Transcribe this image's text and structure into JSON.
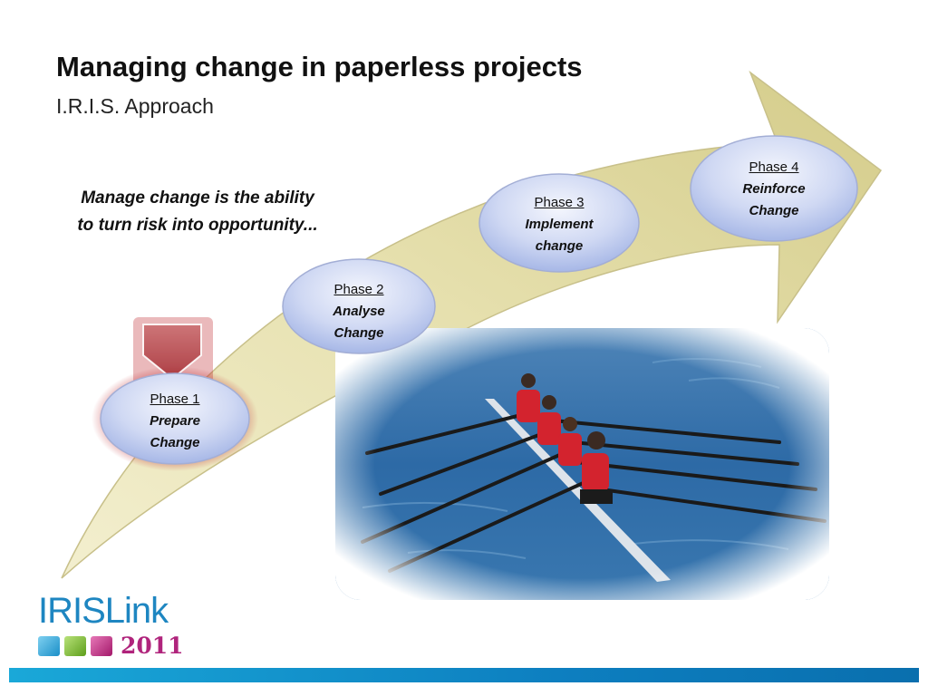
{
  "header": {
    "title": "Managing change in paperless projects",
    "subtitle": "I.R.I.S. Approach"
  },
  "quote": {
    "line1": "Manage change is the ability",
    "line2": "to turn risk into opportunity..."
  },
  "phases": [
    {
      "number": "Phase 1",
      "name1": "Prepare",
      "name2": "Change",
      "active": true
    },
    {
      "number": "Phase 2",
      "name1": "Analyse",
      "name2": "Change",
      "active": false
    },
    {
      "number": "Phase 3",
      "name1": "Implement",
      "name2": "change",
      "active": false
    },
    {
      "number": "Phase 4",
      "name1": "Reinforce",
      "name2": "Change",
      "active": false
    }
  ],
  "logo": {
    "text": "IRISLink",
    "year": "2011",
    "cube_colors": [
      "#27a3d6",
      "#7cbf2a",
      "#c0267f"
    ]
  },
  "colors": {
    "arrow": "#e4ddaa",
    "circle": "#b9c6ec",
    "highlight": "#c2373c",
    "footer": "#1596cf"
  }
}
